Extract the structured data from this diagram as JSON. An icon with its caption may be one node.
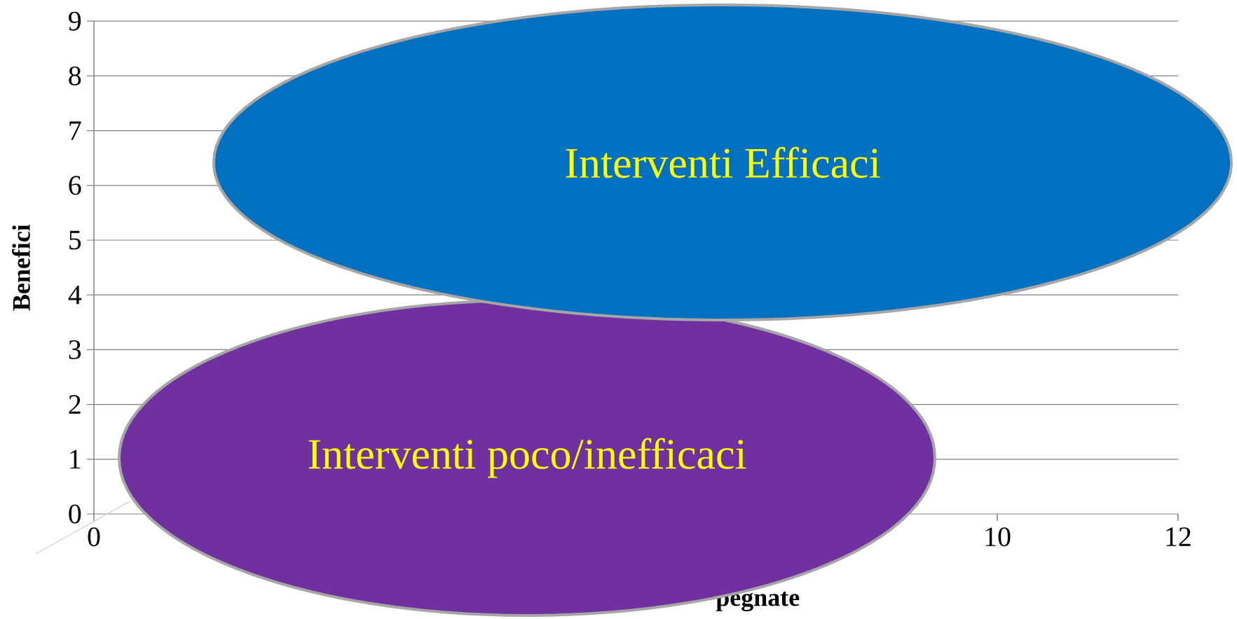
{
  "diagram": {
    "nodes": [
      {
        "text": [
          "Interventi Efficaci"
        ]
      },
      {
        "text": [
          "Interventi poco/inefficaci"
        ]
      }
    ],
    "labels": [
      "Benefici",
      "9",
      "8",
      "7",
      "6",
      "5",
      "4",
      "3",
      "2",
      "1",
      "0",
      "0",
      "10",
      "12",
      "pegnate"
    ]
  }
}
